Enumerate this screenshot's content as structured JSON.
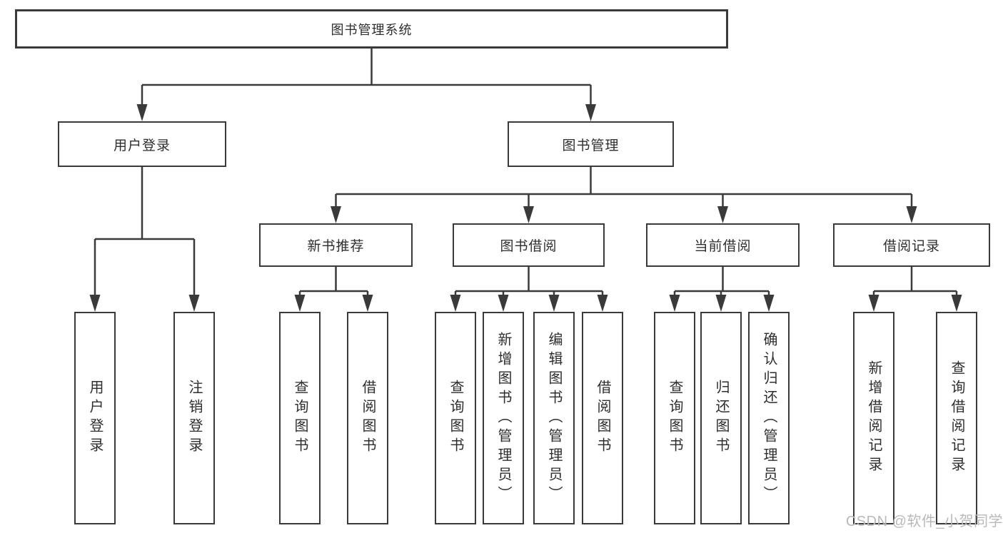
{
  "diagram": {
    "root": {
      "label": "图书管理系统"
    },
    "level2": [
      {
        "label": "用户登录"
      },
      {
        "label": "图书管理"
      }
    ],
    "level3": [
      {
        "label": "新书推荐"
      },
      {
        "label": "图书借阅"
      },
      {
        "label": "当前借阅"
      },
      {
        "label": "借阅记录"
      }
    ],
    "leaves": {
      "user": [
        "用户登录",
        "注销登录"
      ],
      "newbook": [
        "查询图书",
        "借阅图书"
      ],
      "borrow": [
        "查询图书",
        "新增图书（管理员）",
        "编辑图书（管理员）",
        "借阅图书"
      ],
      "current": [
        "查询图书",
        "归还图书",
        "确认归还（管理员）"
      ],
      "records": [
        "新增借阅记录",
        "查询借阅记录"
      ]
    }
  },
  "watermark": {
    "text": "CSDN @软件_小贺同学"
  },
  "colors": {
    "line": "#3a3a3a",
    "text": "#2e2e2e",
    "background": "#ffffff",
    "watermark": "#b9b9b9"
  }
}
